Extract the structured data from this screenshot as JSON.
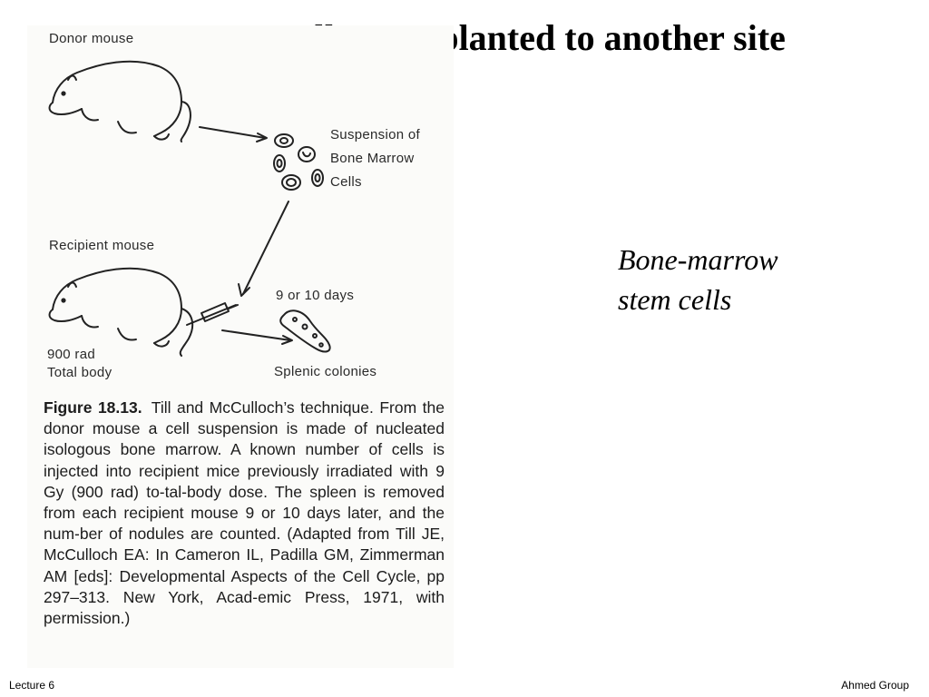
{
  "slide": {
    "title": "Cells transplanted to another site",
    "side_note": [
      "Bone-marrow",
      "stem cells"
    ]
  },
  "figure": {
    "donor_label": "Donor mouse",
    "suspension_label": [
      "Suspension of",
      "Bone Marrow",
      "Cells"
    ],
    "recipient_label": "Recipient mouse",
    "days_label": "9 or 10 days",
    "dose_label": [
      "900 rad",
      "Total body"
    ],
    "colonies_label": "Splenic colonies",
    "caption_label": "Figure 18.13.",
    "caption_text": "Till and McCulloch’s technique. From the donor mouse a cell suspension is made of nucleated isologous bone marrow. A known number of cells is injected into recipient mice previously irradiated with 9 Gy (900 rad) to-tal-body dose. The spleen is removed from each recipient mouse 9 or 10 days later, and the num-ber of nodules are counted. (Adapted from Till JE, McCulloch EA: In Cameron IL, Padilla GM, Zimmerman AM [eds]: Developmental Aspects of the Cell Cycle, pp 297–313. New York, Acad-emic Press, 1971, with permission.)"
  },
  "footer": {
    "left": "Lecture 6",
    "right": "Ahmed Group"
  }
}
